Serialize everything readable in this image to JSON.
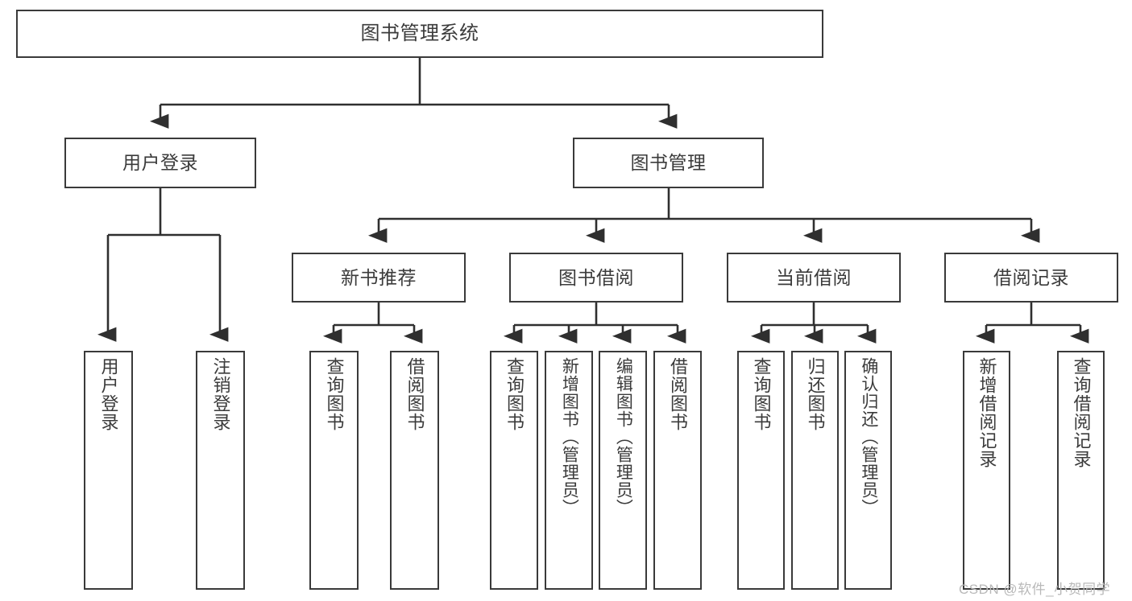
{
  "diagram": {
    "title": "图书管理系统",
    "watermark": "CSDN @软件_小贺同学",
    "colors": {
      "box_border": "#3a3a3a",
      "text": "#3b3b3b",
      "edge": "#2f2f2f",
      "background": "#ffffff",
      "watermark": "#b9b9b9"
    },
    "nodes": {
      "root": "图书管理系统",
      "level2": [
        "用户登录",
        "图书管理"
      ],
      "level3": [
        "新书推荐",
        "图书借阅",
        "当前借阅",
        "借阅记录"
      ],
      "leaves_user_login": [
        "用户登录",
        "注销登录"
      ],
      "leaves_new_book": [
        "查询图书",
        "借阅图书"
      ],
      "leaves_borrow": [
        "查询图书",
        "新增图书（管理员）",
        "编辑图书（管理员）",
        "借阅图书"
      ],
      "leaves_current": [
        "查询图书",
        "归还图书",
        "确认归还（管理员）"
      ],
      "leaves_records": [
        "新增借阅记录",
        "查询借阅记录"
      ]
    }
  }
}
